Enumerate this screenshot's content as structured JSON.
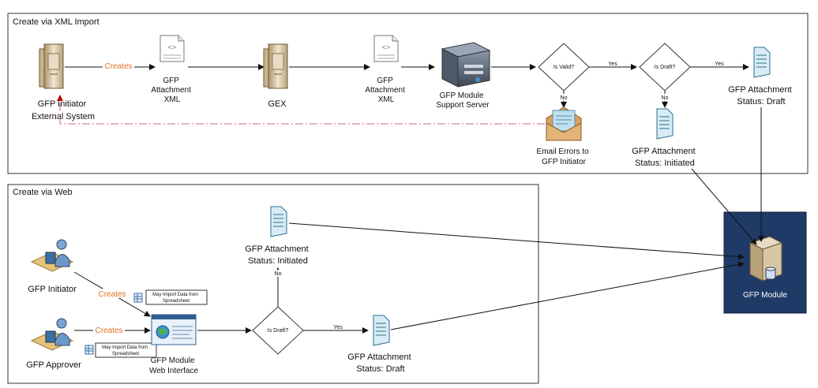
{
  "panels": {
    "xml_import_title": "Create via XML Import",
    "web_title": "Create via Web"
  },
  "xml_flow": {
    "initiator_system": [
      "GFP Initiator",
      "External System"
    ],
    "creates_label": "Creates",
    "attachment_xml_1": [
      "GFP",
      "Attachment",
      "XML"
    ],
    "gex_label": "GEX",
    "attachment_xml_2": [
      "GFP",
      "Attachment",
      "XML"
    ],
    "support_server": [
      "GFP Module",
      "Support Server"
    ],
    "is_valid": "Is Valid?",
    "yes_1": "Yes",
    "no_1": "No",
    "is_draft": "Is Draft?",
    "yes_2": "Yes",
    "no_2": "No",
    "email_errors": [
      "Email Errors to",
      "GFP Initiator"
    ],
    "attachment_draft": [
      "GFP Attachment",
      "Status: Draft"
    ],
    "attachment_initiated": [
      "GFP Attachment",
      "Status: Initiated"
    ]
  },
  "web_flow": {
    "initiator": "GFP Initiator",
    "approver": "GFP Approver",
    "creates_1": "Creates",
    "creates_2": "Creates",
    "import_note_1": [
      "May Import Data from",
      "Spreadsheet"
    ],
    "import_note_2": [
      "May Import Data from",
      "Spreadsheet"
    ],
    "web_interface": [
      "GFP Module",
      "Web Interface"
    ],
    "is_draft": "Is Draft?",
    "yes": "Yes",
    "no": "No",
    "attachment_initiated": [
      "GFP Attachment",
      "Status: Initiated"
    ],
    "attachment_draft": [
      "GFP Attachment",
      "Status: Draft"
    ]
  },
  "gfp_module": {
    "label": "GFP Module"
  },
  "colors": {
    "creates_orange": "#e07020",
    "module_box": "#1f3a66",
    "error_dash": "#d9848a",
    "doc_fill": "#d8ecf4",
    "doc_stroke": "#2b6f8f"
  }
}
